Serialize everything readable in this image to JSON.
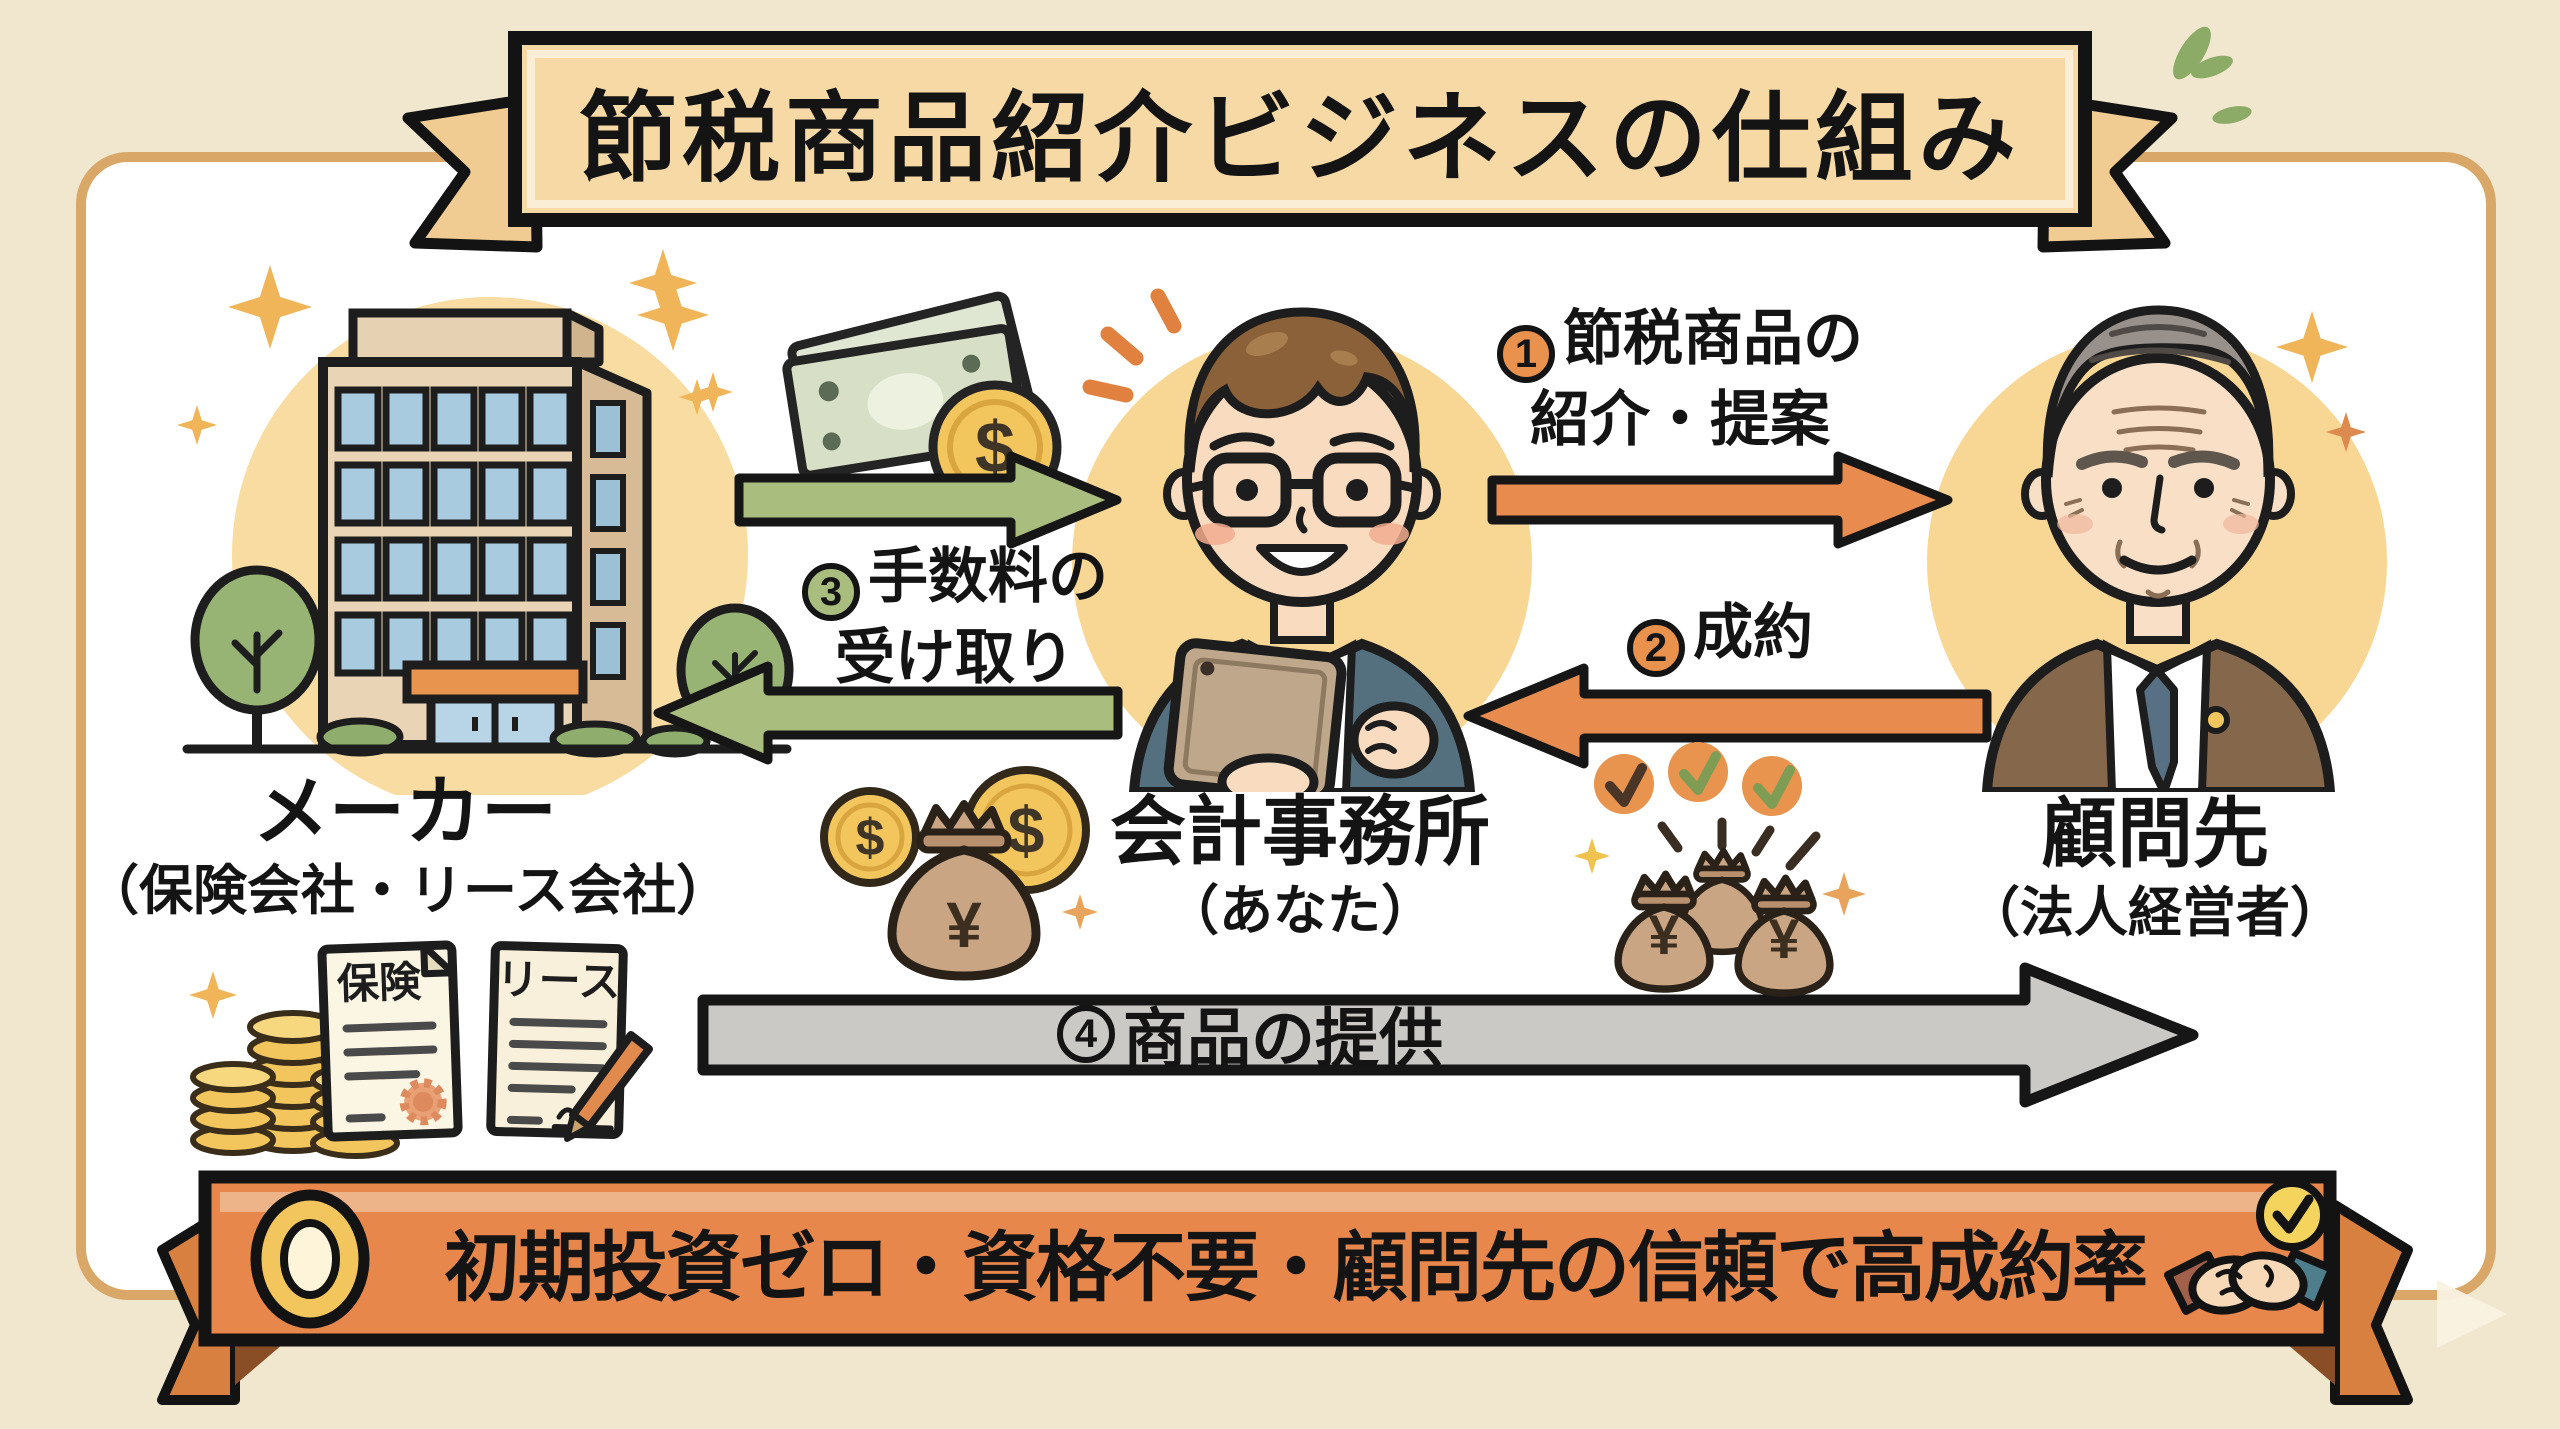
{
  "title": "節税商品紹介ビジネスの仕組み",
  "entities": {
    "maker": {
      "name": "メーカー",
      "sub": "（保険会社・リース会社）"
    },
    "accountant": {
      "name": "会計事務所",
      "sub": "（あなた）"
    },
    "client": {
      "name": "顧問先",
      "sub": "（法人経営者）"
    }
  },
  "steps": {
    "s1": {
      "num": "1",
      "line1": "節税商品の",
      "line2": "紹介・提案"
    },
    "s2": {
      "num": "2",
      "label": "成約"
    },
    "s3": {
      "num": "3",
      "line1": "手数料の",
      "line2": "受け取り"
    },
    "s4": {
      "num": "4",
      "label": "商品の提供"
    }
  },
  "documents": {
    "insurance": "保険",
    "lease": "リース"
  },
  "banner": {
    "text": "初期投資ゼロ・資格不要・顧問先の信頼で高成約率"
  },
  "symbols": {
    "dollar": "$",
    "yen": "¥"
  },
  "colors": {
    "orange_arrow": "#e88b4e",
    "green_arrow": "#a8bd7e",
    "gray_arrow": "#cac9c6",
    "ribbon_orange": "#e7874b",
    "ribbon_tan": "#f7d9a6",
    "panel_border": "#d9a869",
    "background_cream": "#f1e7cf",
    "halo_yellow": "#f8d795",
    "coin_gold": "#f2c65c"
  }
}
